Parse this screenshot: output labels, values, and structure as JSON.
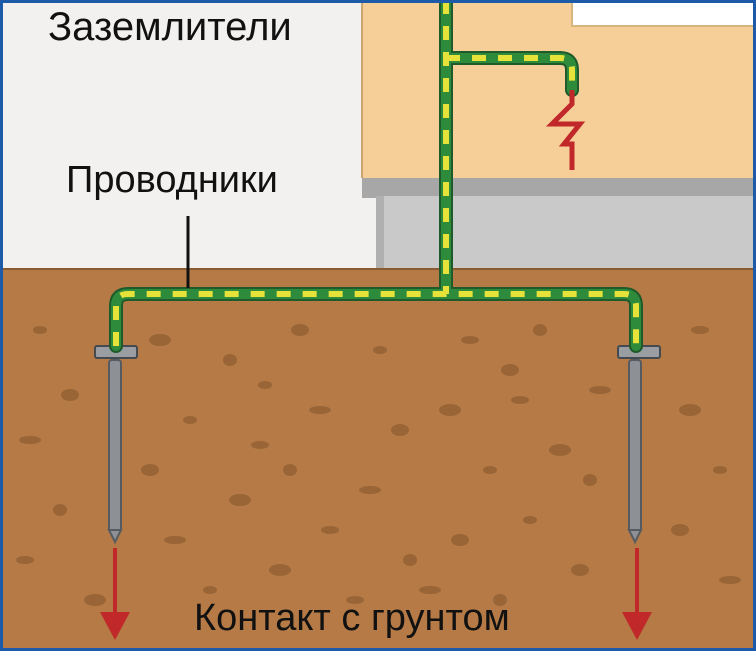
{
  "labels": {
    "ground_electrodes": "Заземлители",
    "conductors": "Проводники",
    "soil_contact": "Контакт с грунтом"
  },
  "colors": {
    "frame": "#1d5aa8",
    "sky": "#f2f1ef",
    "wall": "#f6cf98",
    "foundation": "#c9c9c9",
    "soil": "#b57a45",
    "wire_green": "#2e8b3c",
    "wire_yellow": "#e6e23a",
    "arrow": "#c0282a",
    "electrode": "#8d9196"
  }
}
